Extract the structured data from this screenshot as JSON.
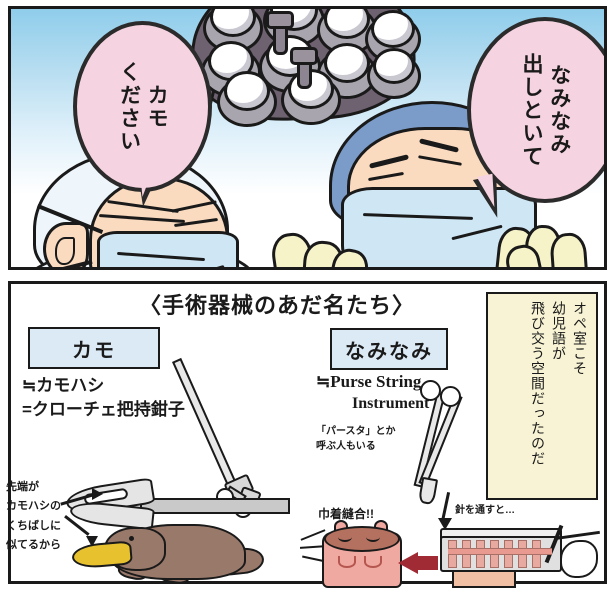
{
  "comic": {
    "title_note": "surgical-instrument-nicknames-manga",
    "top_panel": {
      "speech_left": "カモ\nください",
      "speech_right": "なみなみ\n出しといて",
      "icons": {
        "lamp": "surgical-lamp-icon",
        "left_surgeon": "surgeon-white-cap-icon",
        "right_surgeon": "surgeon-blue-cap-icon",
        "glove": "glove-icon"
      }
    },
    "bottom_panel": {
      "diagram_title": "〈手術器械のあだ名たち〉",
      "kamo": {
        "box_label": "カモ",
        "eq_line1": "≒カモハシ",
        "eq_line2": "=クローチェ把持鉗子",
        "annotation": "先端が\nカモハシの\nくちばしに\n似てるから",
        "animal": "platypus-icon"
      },
      "naminami": {
        "box_label": "なみなみ",
        "eq_line1": "≒Purse String",
        "eq_line2": "Instrument",
        "annotation": "「パースタ」とか\n呼ぶ人もいる",
        "needle_note": "針を通すと…",
        "result_note": "巾着縫合!!"
      },
      "narration": {
        "line1": "オペ室こそ",
        "line2": "幼児語が",
        "line3": "飛び交う空間だったのだ"
      }
    },
    "colors": {
      "bubble_pink": "#f6d3e0",
      "sky_blue": "#8fcdeb",
      "mask_blue": "#cfe7f4",
      "cap_blue": "#7b9cc9",
      "skin": "#fadbc0",
      "box_blue": "#dceaf5",
      "narration_yellow": "#f7f3d4",
      "platypus_brown": "#99796a",
      "bill_yellow": "#e8c22e",
      "red_arrow": "#a02b34",
      "ink": "#1a1a1a"
    }
  }
}
